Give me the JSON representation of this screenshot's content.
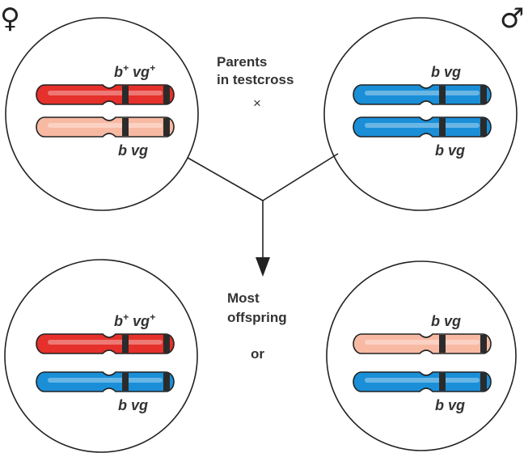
{
  "female_symbol": "♀",
  "male_symbol": "♂",
  "parents_label": [
    "Parents",
    "in testcross"
  ],
  "cross_symbol": "×",
  "offspring_label": [
    "Most",
    "offspring"
  ],
  "or_label": "or",
  "colors": {
    "red": "#e5302b",
    "pink": "#f8b9a3",
    "blue": "#1a8fd8",
    "band": "#2b2b2b"
  },
  "panels": [
    {
      "name": "female-parent",
      "top_label": {
        "b": "b",
        "b_sup": "+",
        "vg": "vg",
        "vg_sup": "+"
      },
      "bottom_label": {
        "b": "b",
        "vg": "vg"
      },
      "chromosomes": [
        "red",
        "pink"
      ]
    },
    {
      "name": "male-parent",
      "top_label": {
        "b": "b",
        "vg": "vg"
      },
      "bottom_label": {
        "b": "b",
        "vg": "vg"
      },
      "chromosomes": [
        "blue",
        "blue"
      ]
    },
    {
      "name": "offspring-wild-type",
      "top_label": {
        "b": "b",
        "b_sup": "+",
        "vg": "vg",
        "vg_sup": "+"
      },
      "bottom_label": {
        "b": "b",
        "vg": "vg"
      },
      "chromosomes": [
        "red",
        "blue"
      ]
    },
    {
      "name": "offspring-mutant",
      "top_label": {
        "b": "b",
        "vg": "vg"
      },
      "bottom_label": {
        "b": "b",
        "vg": "vg"
      },
      "chromosomes": [
        "pink",
        "blue"
      ]
    }
  ]
}
